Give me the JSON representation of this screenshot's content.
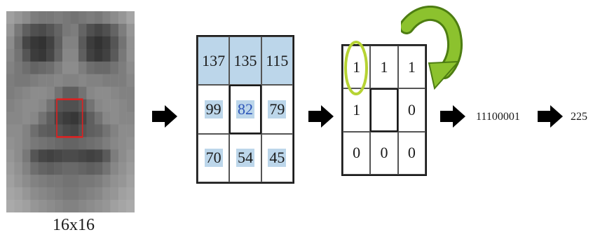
{
  "face": {
    "label": "16x16",
    "pixels": [
      [
        160,
        150,
        140,
        125,
        120,
        120,
        125,
        120,
        115,
        120,
        125,
        120,
        130,
        140,
        150,
        165
      ],
      [
        150,
        120,
        95,
        80,
        75,
        85,
        100,
        120,
        125,
        100,
        80,
        70,
        80,
        100,
        125,
        150
      ],
      [
        140,
        110,
        70,
        55,
        50,
        65,
        95,
        130,
        130,
        90,
        60,
        50,
        60,
        85,
        115,
        145
      ],
      [
        135,
        115,
        85,
        60,
        55,
        70,
        100,
        135,
        135,
        95,
        65,
        55,
        65,
        90,
        120,
        145
      ],
      [
        130,
        120,
        110,
        100,
        105,
        110,
        125,
        140,
        140,
        125,
        110,
        105,
        105,
        115,
        125,
        140
      ],
      [
        125,
        120,
        120,
        125,
        130,
        130,
        135,
        130,
        130,
        135,
        130,
        130,
        125,
        125,
        125,
        135
      ],
      [
        125,
        130,
        135,
        140,
        140,
        135,
        115,
        95,
        95,
        115,
        135,
        140,
        140,
        135,
        130,
        130
      ],
      [
        130,
        135,
        140,
        140,
        135,
        115,
        85,
        80,
        80,
        90,
        115,
        135,
        140,
        140,
        135,
        130
      ],
      [
        135,
        135,
        140,
        135,
        115,
        95,
        70,
        60,
        55,
        70,
        95,
        115,
        135,
        140,
        135,
        135
      ],
      [
        140,
        140,
        130,
        110,
        95,
        90,
        85,
        75,
        70,
        85,
        95,
        100,
        115,
        130,
        140,
        140
      ],
      [
        145,
        140,
        130,
        120,
        115,
        110,
        105,
        100,
        100,
        105,
        110,
        115,
        125,
        135,
        140,
        145
      ],
      [
        150,
        140,
        120,
        85,
        70,
        65,
        70,
        75,
        75,
        70,
        65,
        70,
        90,
        125,
        140,
        150
      ],
      [
        155,
        145,
        130,
        110,
        100,
        95,
        100,
        105,
        105,
        100,
        95,
        100,
        115,
        135,
        145,
        155
      ],
      [
        160,
        150,
        140,
        130,
        125,
        120,
        120,
        115,
        115,
        120,
        120,
        125,
        135,
        145,
        150,
        160
      ],
      [
        165,
        160,
        150,
        140,
        135,
        130,
        125,
        120,
        120,
        125,
        130,
        135,
        145,
        150,
        160,
        165
      ],
      [
        170,
        165,
        160,
        150,
        145,
        140,
        135,
        130,
        130,
        135,
        140,
        145,
        150,
        160,
        165,
        170
      ]
    ]
  },
  "intensity": [
    [
      "137",
      "135",
      "115"
    ],
    [
      "99",
      "82",
      "79"
    ],
    [
      "70",
      "54",
      "45"
    ]
  ],
  "binary": [
    [
      "1",
      "1",
      "1"
    ],
    [
      "1",
      "",
      "0"
    ],
    [
      "0",
      "0",
      "0"
    ]
  ],
  "code": "11100001",
  "result": "225",
  "colors": {
    "highlight": "#bcd6ea",
    "center_text": "#2a53b8",
    "roi": "#e02020",
    "loop": "#b6d334",
    "curve_arrow": "#7fb226"
  }
}
